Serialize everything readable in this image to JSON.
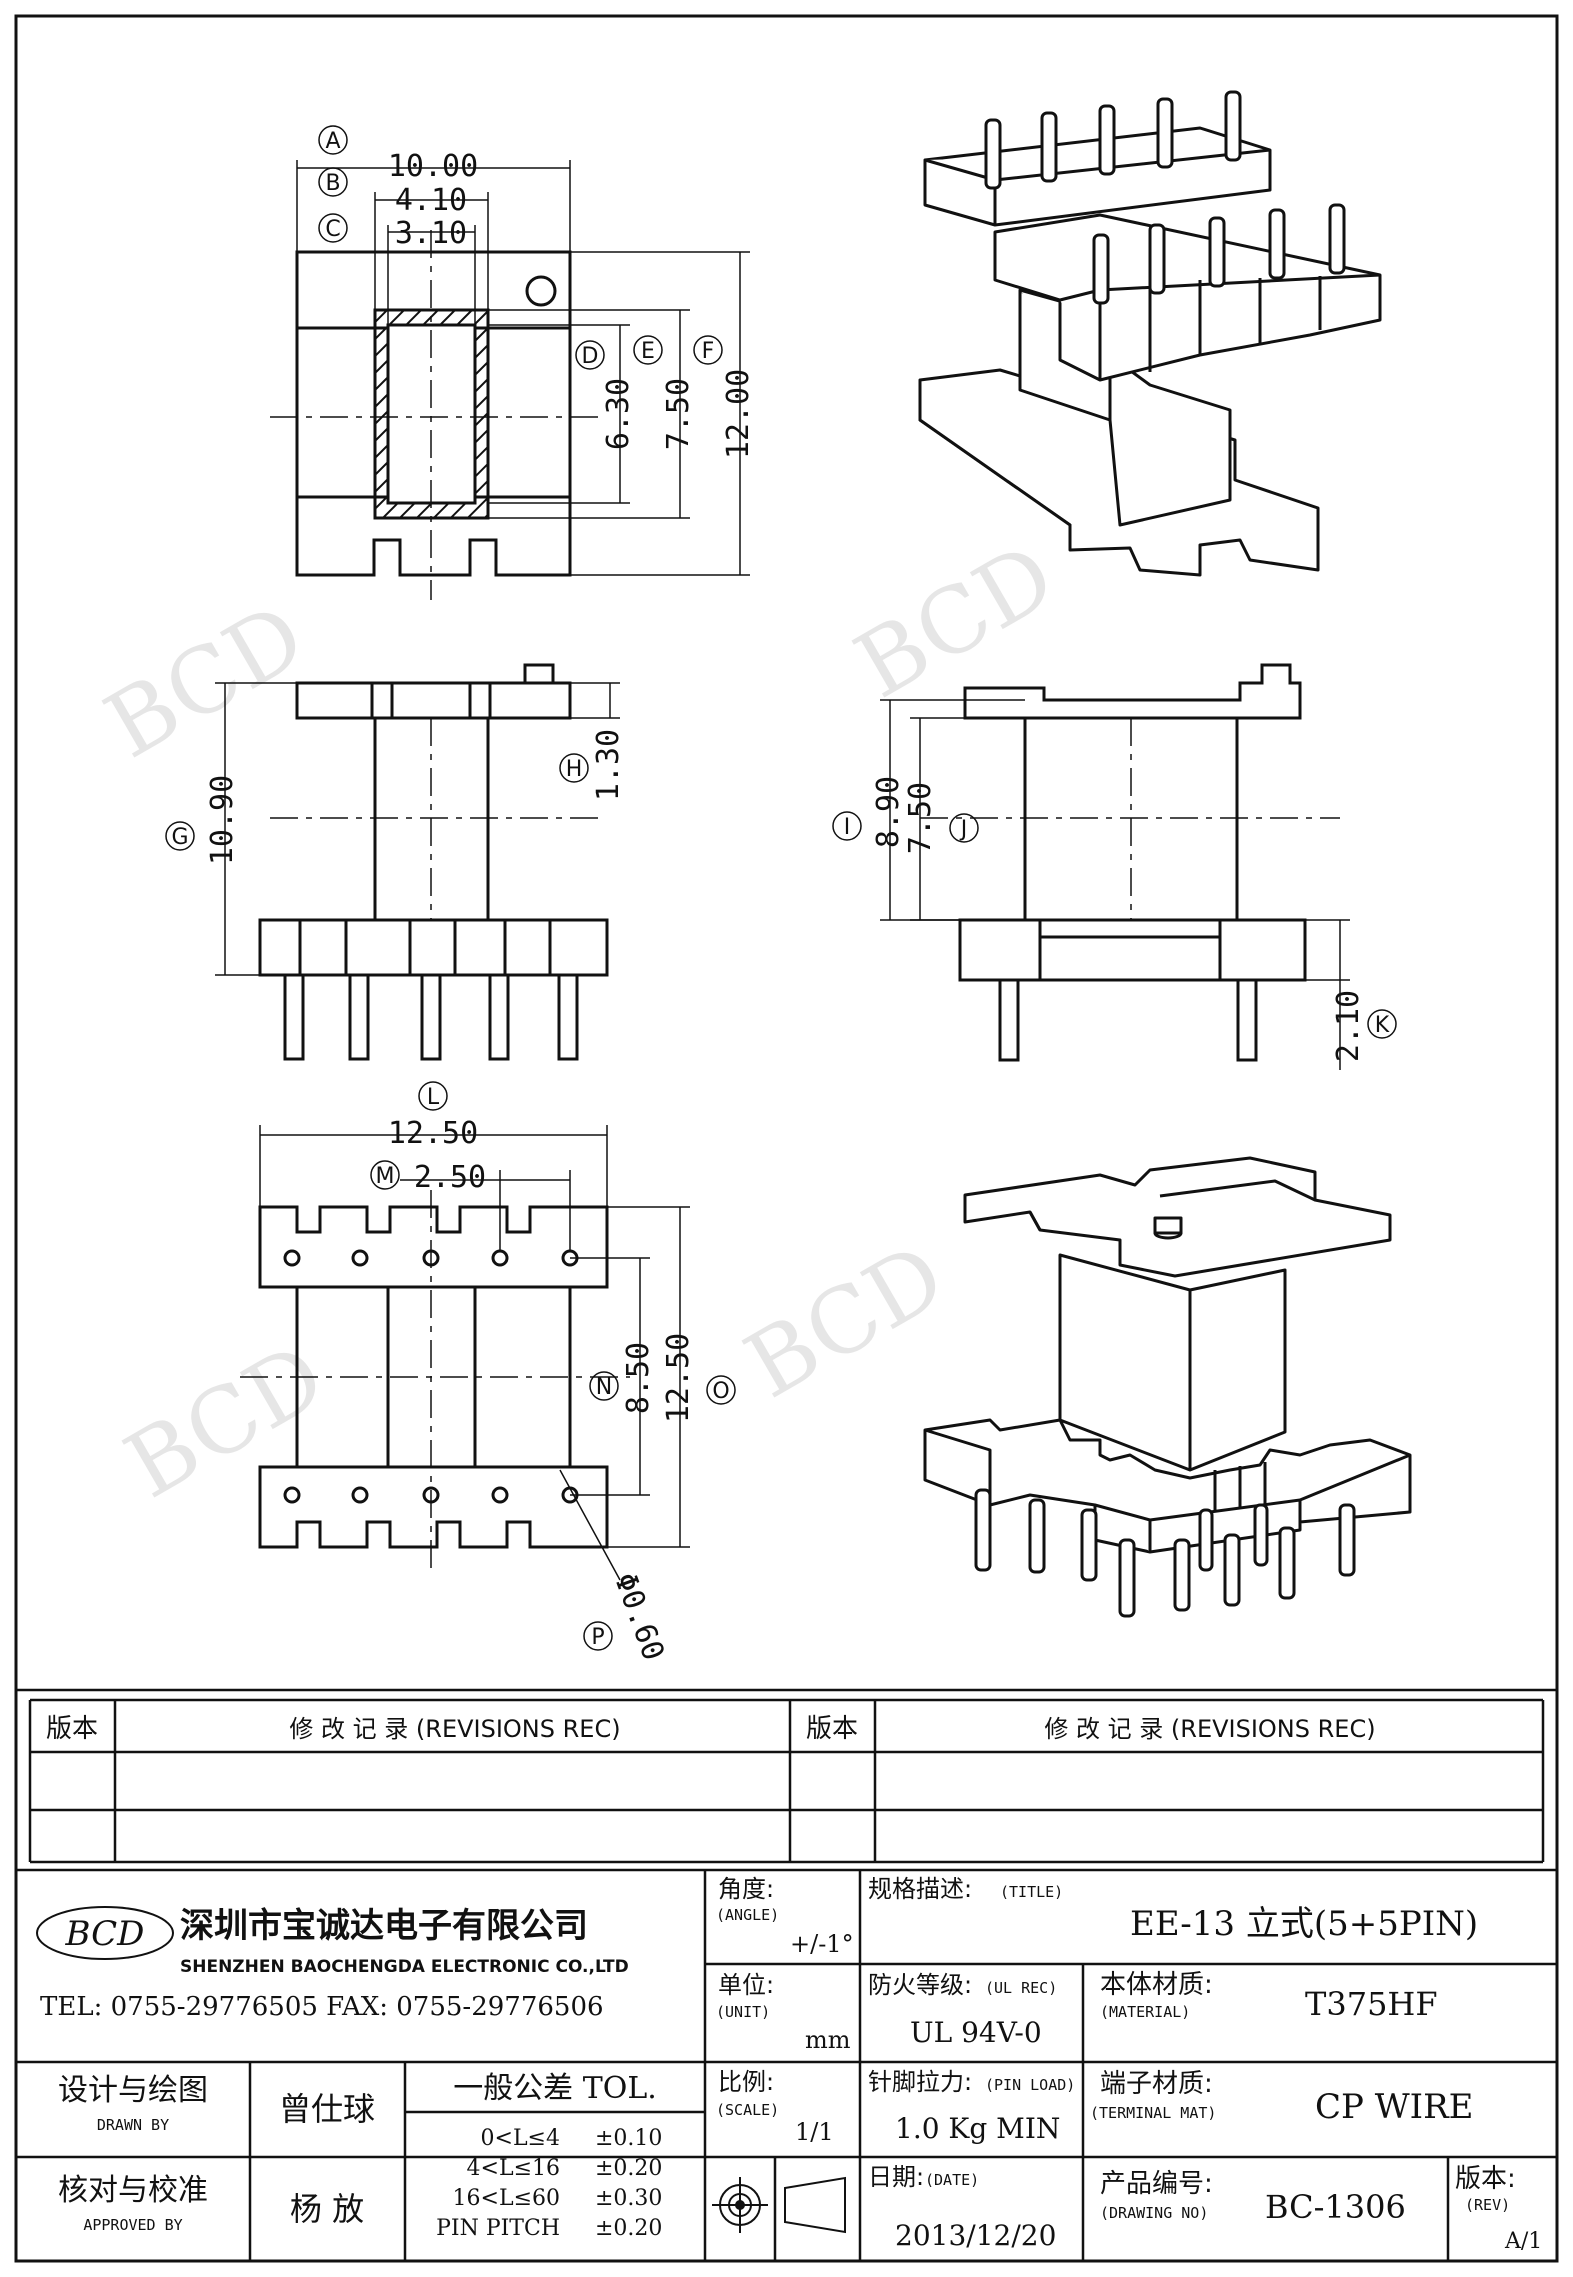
{
  "dimensions": {
    "A": {
      "tag": "A",
      "value": "10.00"
    },
    "B": {
      "tag": "B",
      "value": "4.10"
    },
    "C": {
      "tag": "C",
      "value": "3.10"
    },
    "D": {
      "tag": "D",
      "value": "6.30"
    },
    "E": {
      "tag": "E",
      "value": "7.50"
    },
    "F": {
      "tag": "F",
      "value": "12.00"
    },
    "G": {
      "tag": "G",
      "value": "10.90"
    },
    "H": {
      "tag": "H",
      "value": "1.30"
    },
    "I": {
      "tag": "I",
      "value": "8.90"
    },
    "J": {
      "tag": "J",
      "value": "7.50"
    },
    "K": {
      "tag": "K",
      "value": "2.10"
    },
    "L": {
      "tag": "L",
      "value": "12.50"
    },
    "M": {
      "tag": "M",
      "value": "2.50"
    },
    "N": {
      "tag": "N",
      "value": "8.50"
    },
    "O": {
      "tag": "O",
      "value": "12.50"
    },
    "P": {
      "tag": "P",
      "value": "Φ0.60"
    }
  },
  "watermark": "BCD",
  "revisions": {
    "col1_header": "版本",
    "col2_header": "修 改 记 录  (REVISIONS REC)",
    "col3_header": "版本",
    "col4_header": "修 改 记 录  (REVISIONS REC)"
  },
  "company": {
    "logo": "BCD",
    "name_cn": "深圳市宝诚达电子有限公司",
    "name_en": "SHENZHEN BAOCHENGDA ELECTRONIC CO.,LTD",
    "contact": "TEL: 0755-29776505  FAX: 0755-29776506"
  },
  "title_block": {
    "angle_label": "角度:",
    "angle_label_en": "(ANGLE)",
    "angle_value": "+/-1°",
    "title_label": "规格描述:",
    "title_label_en": "(TITLE)",
    "title_value": "EE-13 立式(5+5PIN)",
    "unit_label": "单位:",
    "unit_label_en": "(UNIT)",
    "unit_value": "mm",
    "ul_label": "防火等级:",
    "ul_label_en": "(UL REC)",
    "ul_value": "UL 94V-0",
    "material_label": "本体材质:",
    "material_label_en": "(MATERIAL)",
    "material_value": "T375HF",
    "scale_label": "比例:",
    "scale_label_en": "(SCALE)",
    "scale_value": "1/1",
    "pinload_label": "针脚拉力:",
    "pinload_label_en": "(PIN LOAD)",
    "pinload_value": "1.0 Kg MIN",
    "terminal_label": "端子材质:",
    "terminal_label_en": "(TERMINAL MAT)",
    "terminal_value": "CP WIRE",
    "date_label": "日期:",
    "date_label_en": "(DATE)",
    "date_value": "2013/12/20",
    "drawingno_label": "产品编号:",
    "drawingno_label_en": "(DRAWING NO)",
    "drawingno_value": "BC-1306",
    "rev_label": "版本:",
    "rev_label_en": "(REV)",
    "rev_value": "A/1",
    "drawn_label": "设计与绘图",
    "drawn_label_en": "DRAWN BY",
    "drawn_value": "曾仕球",
    "approved_label": "核对与校准",
    "approved_label_en": "APPROVED BY",
    "approved_value": "杨  放",
    "tol_title": "一般公差 TOL.",
    "tol_rows": [
      {
        "range": "0<L≤4",
        "value": "±0.10"
      },
      {
        "range": "4<L≤16",
        "value": "±0.20"
      },
      {
        "range": "16<L≤60",
        "value": "±0.30"
      },
      {
        "range": "PIN PITCH",
        "value": "±0.20"
      }
    ]
  }
}
